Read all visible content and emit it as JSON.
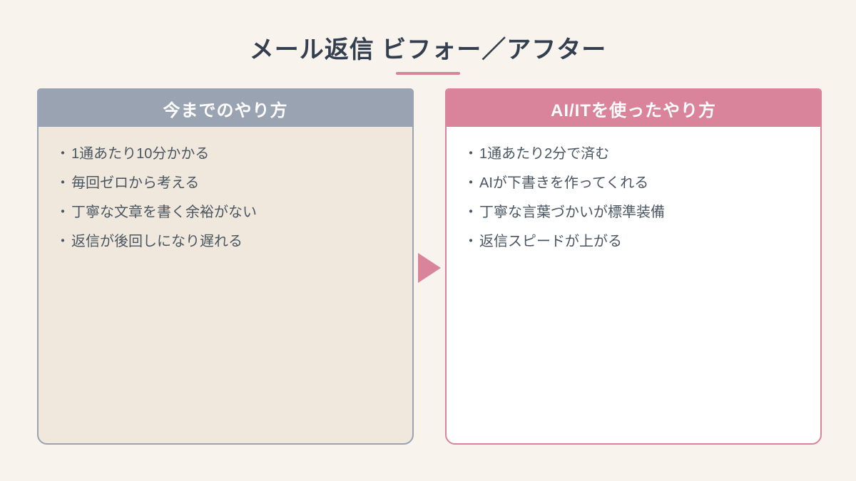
{
  "title": "メール返信 ビフォー／アフター",
  "bullet": "・",
  "arrow_icon": "right-triangle-arrow",
  "colors": {
    "background": "#f8f3ec",
    "title_text": "#333f4e",
    "accent_pink": "#d9849b",
    "neutral_gray": "#9aa3b1",
    "before_body": "#f0e8dc",
    "after_body": "#ffffff",
    "body_text": "#4a5662"
  },
  "before": {
    "header": "今までのやり方",
    "items": [
      "1通あたり10分かかる",
      "毎回ゼロから考える",
      "丁寧な文章を書く余裕がない",
      "返信が後回しになり遅れる"
    ]
  },
  "after": {
    "header": "AI/ITを使ったやり方",
    "items": [
      "1通あたり2分で済む",
      "AIが下書きを作ってくれる",
      "丁寧な言葉づかいが標準装備",
      "返信スピードが上がる"
    ]
  }
}
